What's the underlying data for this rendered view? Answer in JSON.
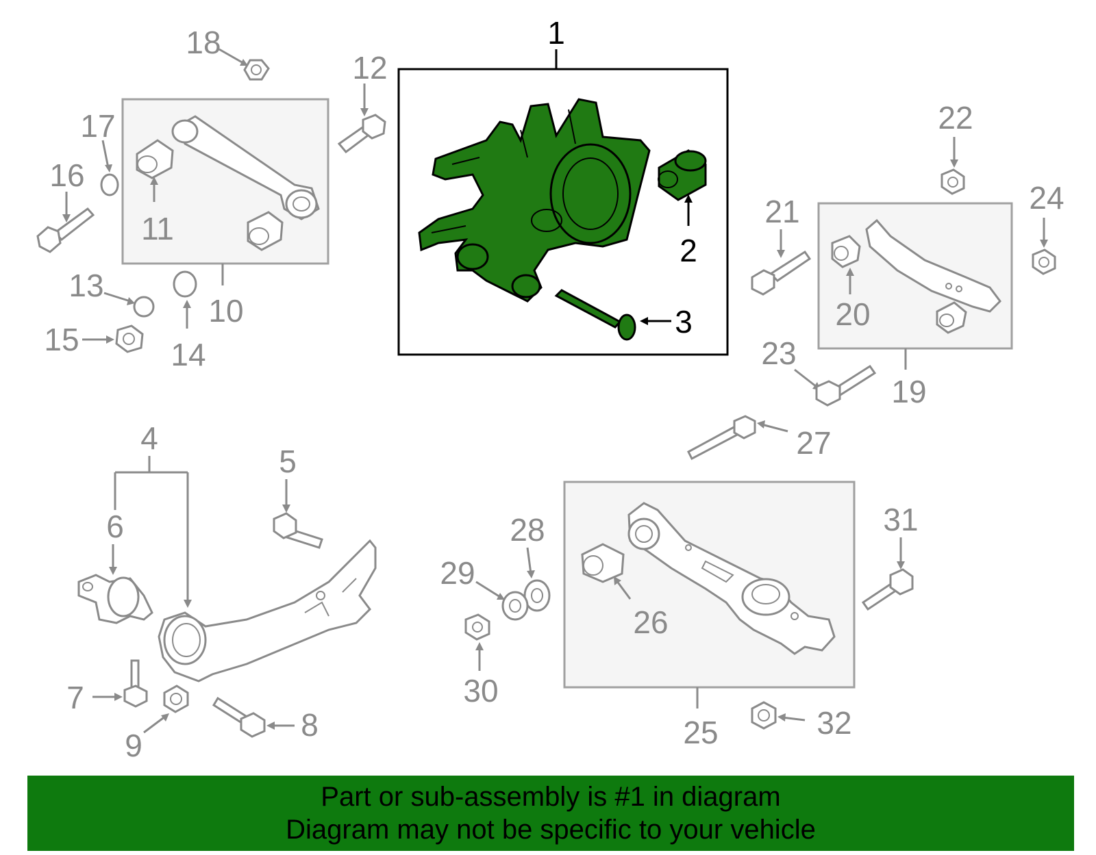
{
  "callouts": {
    "c1": "1",
    "c2": "2",
    "c3": "3",
    "c4": "4",
    "c5": "5",
    "c6": "6",
    "c7": "7",
    "c8": "8",
    "c9": "9",
    "c10": "10",
    "c11": "11",
    "c12": "12",
    "c13": "13",
    "c14": "14",
    "c15": "15",
    "c16": "16",
    "c17": "17",
    "c18": "18",
    "c19": "19",
    "c20": "20",
    "c21": "21",
    "c22": "22",
    "c23": "23",
    "c24": "24",
    "c25": "25",
    "c26": "26",
    "c27": "27",
    "c28": "28",
    "c29": "29",
    "c30": "30",
    "c31": "31",
    "c32": "32"
  },
  "footer": {
    "line1": "Part or sub-assembly is #1 in diagram",
    "line2": "Diagram may not be specific to your vehicle"
  },
  "colors": {
    "highlight": "#207a13",
    "footer_bg": "#0e7a0e",
    "part_outline": "#8a8a8a"
  }
}
